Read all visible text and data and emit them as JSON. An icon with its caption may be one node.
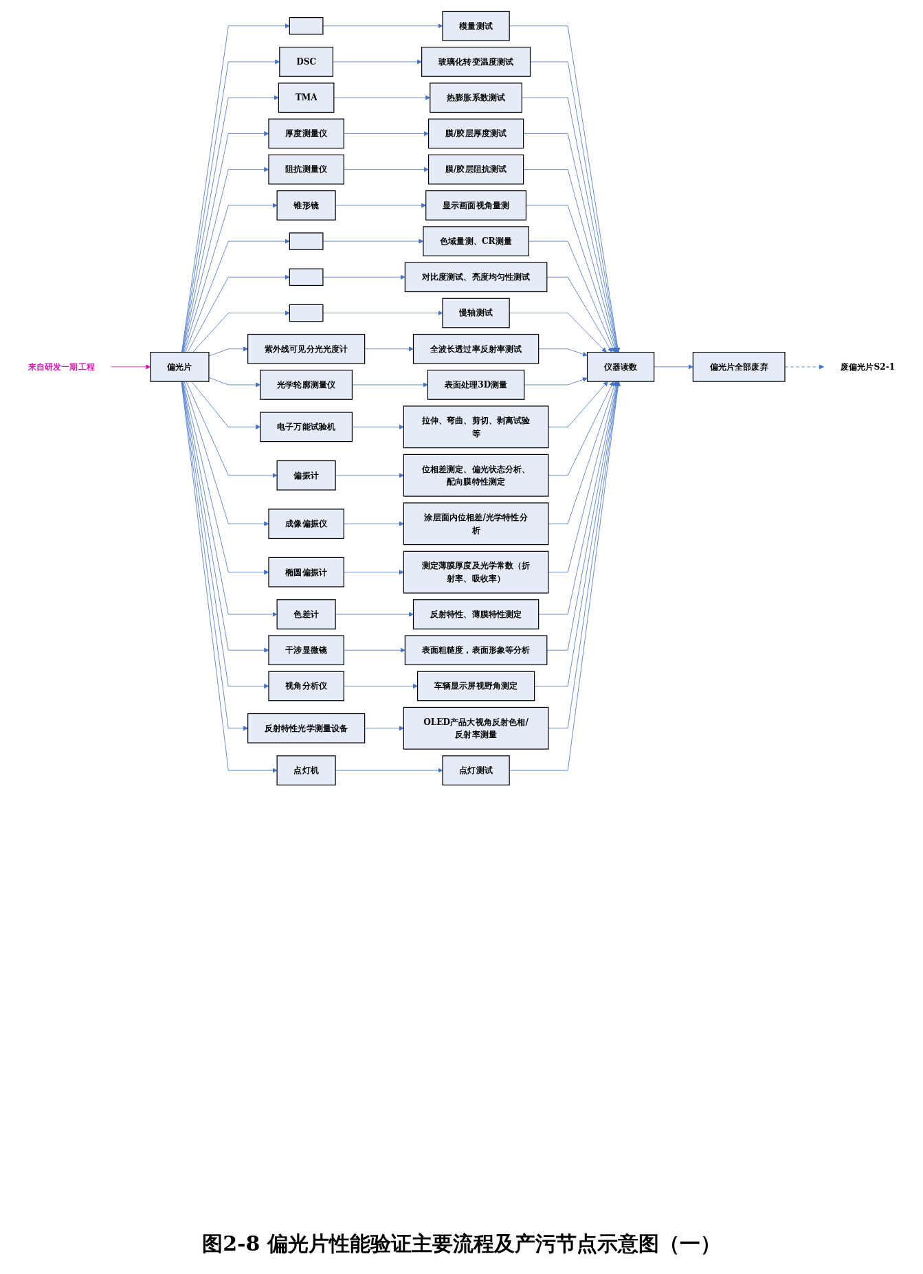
{
  "diagram": {
    "caption": "图2-8 偏光片性能验证主要流程及产污节点示意图（一）",
    "nodes": [
      {
        "text": [
          "来自研发一期工程"
        ]
      },
      {
        "text": [
          "偏光片"
        ]
      },
      {
        "text": [],
        "shape": "box"
      },
      {
        "text": [
          "模量测试"
        ]
      },
      {
        "text": [
          "DSC"
        ]
      },
      {
        "text": [
          "玻璃化转变温度测试"
        ]
      },
      {
        "text": [
          "TMA"
        ]
      },
      {
        "text": [
          "热膨胀系数测试"
        ]
      },
      {
        "text": [
          "厚度测量仪"
        ]
      },
      {
        "text": [
          "膜/胶层厚度测试"
        ]
      },
      {
        "text": [
          "阻抗测量仪"
        ]
      },
      {
        "text": [
          "膜/胶层阻抗测试"
        ]
      },
      {
        "text": [
          "锥形镜"
        ]
      },
      {
        "text": [
          "显示画面视角量测"
        ]
      },
      {
        "text": [],
        "shape": "box"
      },
      {
        "text": [
          "色域量测、CR测量"
        ]
      },
      {
        "text": [],
        "shape": "box"
      },
      {
        "text": [
          "对比度测试、亮度均匀性测试"
        ]
      },
      {
        "text": [],
        "shape": "box"
      },
      {
        "text": [
          "慢轴测试"
        ]
      },
      {
        "text": [
          "紫外线可见分光光度计"
        ]
      },
      {
        "text": [
          "全波长透过率反射率测试"
        ]
      },
      {
        "text": [
          "光学轮廓测量仪"
        ]
      },
      {
        "text": [
          "表面处理3D测量"
        ]
      },
      {
        "text": [
          "电子万能试验机"
        ]
      },
      {
        "text": [
          "拉伸、弯曲、剪切、剥离试验等"
        ]
      },
      {
        "text": [
          "偏振计"
        ]
      },
      {
        "text": [
          "位相差测定、偏光状态分析、配向膜特性测定"
        ]
      },
      {
        "text": [
          "成像偏振仪"
        ]
      },
      {
        "text": [
          "涂层面内位相差/光学特性分析"
        ]
      },
      {
        "text": [
          "椭圆偏振计"
        ]
      },
      {
        "text": [
          "测定薄膜厚度及光学常数（折射率、吸收率）"
        ]
      },
      {
        "text": [
          "色差计"
        ]
      },
      {
        "text": [
          "反射特性、薄膜特性测定"
        ]
      },
      {
        "text": [
          "干涉显微镜"
        ]
      },
      {
        "text": [
          "表面粗糙度，表面形象等分析"
        ]
      },
      {
        "text": [
          "视角分析仪"
        ]
      },
      {
        "text": [
          "车辆显示屏视野角测定"
        ]
      },
      {
        "text": [
          "反射特性光学测量设备"
        ]
      },
      {
        "text": [
          "OLED产品大视角反射色相/反射率测量"
        ]
      },
      {
        "text": [
          "点灯机"
        ]
      },
      {
        "text": [
          "点灯测试"
        ]
      },
      {
        "text": [
          "仪器读数"
        ]
      },
      {
        "text": [
          "偏光片全部废弃"
        ]
      },
      {
        "text": [
          "废偏光片S2-1"
        ]
      }
    ],
    "edges": [
      {
        "from": 0,
        "to": 1,
        "arrow": "to",
        "color": "#d61ab4"
      },
      {
        "from": 1,
        "to": 2,
        "arrow": "to"
      },
      {
        "from": 1,
        "to": 4,
        "arrow": "to"
      },
      {
        "from": 1,
        "to": 6,
        "arrow": "to"
      },
      {
        "from": 1,
        "to": 8,
        "arrow": "to"
      },
      {
        "from": 1,
        "to": 10,
        "arrow": "to"
      },
      {
        "from": 1,
        "to": 12,
        "arrow": "to"
      },
      {
        "from": 1,
        "to": 14,
        "arrow": "to"
      },
      {
        "from": 1,
        "to": 16,
        "arrow": "to"
      },
      {
        "from": 1,
        "to": 18,
        "arrow": "to"
      },
      {
        "from": 1,
        "to": 20,
        "arrow": "to"
      },
      {
        "from": 1,
        "to": 22,
        "arrow": "to"
      },
      {
        "from": 1,
        "to": 24,
        "arrow": "to"
      },
      {
        "from": 1,
        "to": 26,
        "arrow": "to"
      },
      {
        "from": 1,
        "to": 28,
        "arrow": "to"
      },
      {
        "from": 1,
        "to": 30,
        "arrow": "to"
      },
      {
        "from": 1,
        "to": 32,
        "arrow": "to"
      },
      {
        "from": 1,
        "to": 34,
        "arrow": "to"
      },
      {
        "from": 1,
        "to": 36,
        "arrow": "to"
      },
      {
        "from": 1,
        "to": 38,
        "arrow": "to"
      },
      {
        "from": 1,
        "to": 40,
        "arrow": "to"
      },
      {
        "from": 2,
        "to": 3,
        "arrow": "to"
      },
      {
        "from": 4,
        "to": 5,
        "arrow": "to"
      },
      {
        "from": 6,
        "to": 7,
        "arrow": "to"
      },
      {
        "from": 8,
        "to": 9,
        "arrow": "to"
      },
      {
        "from": 10,
        "to": 11,
        "arrow": "to"
      },
      {
        "from": 12,
        "to": 13,
        "arrow": "to"
      },
      {
        "from": 14,
        "to": 15,
        "arrow": "to"
      },
      {
        "from": 16,
        "to": 17,
        "arrow": "to"
      },
      {
        "from": 18,
        "to": 19,
        "arrow": "to"
      },
      {
        "from": 20,
        "to": 21,
        "arrow": "to"
      },
      {
        "from": 22,
        "to": 23,
        "arrow": "to"
      },
      {
        "from": 24,
        "to": 25,
        "arrow": "to"
      },
      {
        "from": 26,
        "to": 27,
        "arrow": "to"
      },
      {
        "from": 28,
        "to": 29,
        "arrow": "to"
      },
      {
        "from": 30,
        "to": 31,
        "arrow": "to"
      },
      {
        "from": 32,
        "to": 33,
        "arrow": "to"
      },
      {
        "from": 34,
        "to": 35,
        "arrow": "to"
      },
      {
        "from": 36,
        "to": 37,
        "arrow": "to"
      },
      {
        "from": 38,
        "to": 39,
        "arrow": "to"
      },
      {
        "from": 40,
        "to": 41,
        "arrow": "to"
      },
      {
        "from": 3,
        "to": 42,
        "arrow": "to"
      },
      {
        "from": 5,
        "to": 42,
        "arrow": "to"
      },
      {
        "from": 7,
        "to": 42,
        "arrow": "to"
      },
      {
        "from": 9,
        "to": 42,
        "arrow": "to"
      },
      {
        "from": 11,
        "to": 42,
        "arrow": "to"
      },
      {
        "from": 13,
        "to": 42,
        "arrow": "to"
      },
      {
        "from": 15,
        "to": 42,
        "arrow": "to"
      },
      {
        "from": 17,
        "to": 42,
        "arrow": "to"
      },
      {
        "from": 19,
        "to": 42,
        "arrow": "to"
      },
      {
        "from": 21,
        "to": 42,
        "arrow": "to"
      },
      {
        "from": 23,
        "to": 42,
        "arrow": "to"
      },
      {
        "from": 25,
        "to": 42,
        "arrow": "to"
      },
      {
        "from": 27,
        "to": 42,
        "arrow": "to"
      },
      {
        "from": 29,
        "to": 42,
        "arrow": "to"
      },
      {
        "from": 31,
        "to": 42,
        "arrow": "to"
      },
      {
        "from": 33,
        "to": 42,
        "arrow": "to"
      },
      {
        "from": 35,
        "to": 42,
        "arrow": "to"
      },
      {
        "from": 37,
        "to": 42,
        "arrow": "to"
      },
      {
        "from": 39,
        "to": 42,
        "arrow": "to"
      },
      {
        "from": 41,
        "to": 42,
        "arrow": "to"
      },
      {
        "from": 42,
        "to": 43,
        "arrow": "to"
      },
      {
        "from": 43,
        "to": 44,
        "arrow": "to",
        "style": "dashed"
      }
    ]
  }
}
